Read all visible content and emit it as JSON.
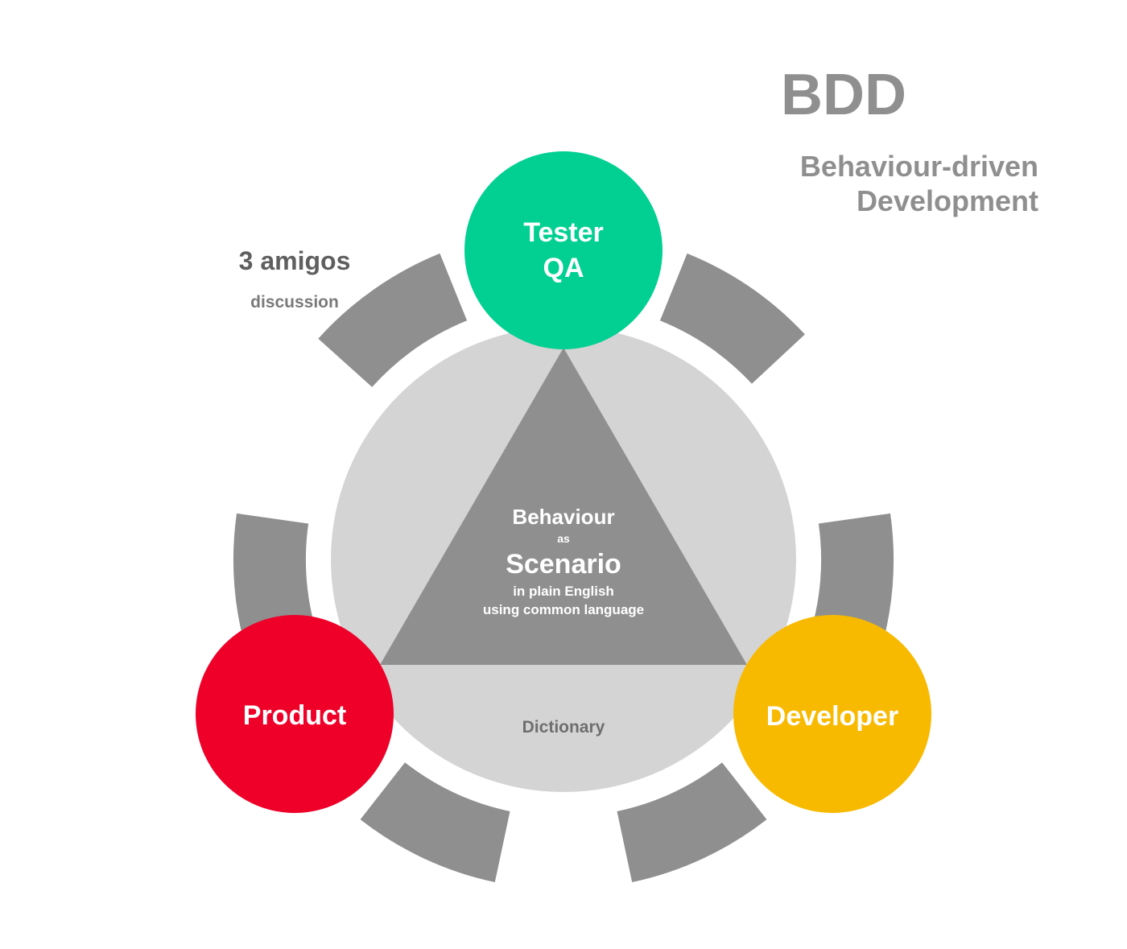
{
  "header": {
    "acronym": "BDD",
    "subtitle_line1": "Behaviour-driven",
    "subtitle_line2": "Development"
  },
  "amigos": {
    "title": "3 amigos",
    "subtitle": "discussion"
  },
  "roles": {
    "tester_line1": "Tester",
    "tester_line2": "QA",
    "product": "Product",
    "developer": "Developer"
  },
  "center": {
    "line1": "Behaviour",
    "line2": "as",
    "line3": "Scenario",
    "line4": "in plain English",
    "line5": "using common language",
    "dictionary": "Dictionary"
  },
  "colors": {
    "tester": "#02D092",
    "product": "#EE0029",
    "developer": "#F8BA00",
    "ring": "#8F8F8F",
    "inner_circle": "#D4D4D4",
    "triangle": "#8F8F8F",
    "heading_text": "#8F8F8F",
    "amigos_text": "#5F5F5F",
    "amigos_sub_text": "#7A7A7A",
    "dictionary_text": "#6E6E6E"
  }
}
